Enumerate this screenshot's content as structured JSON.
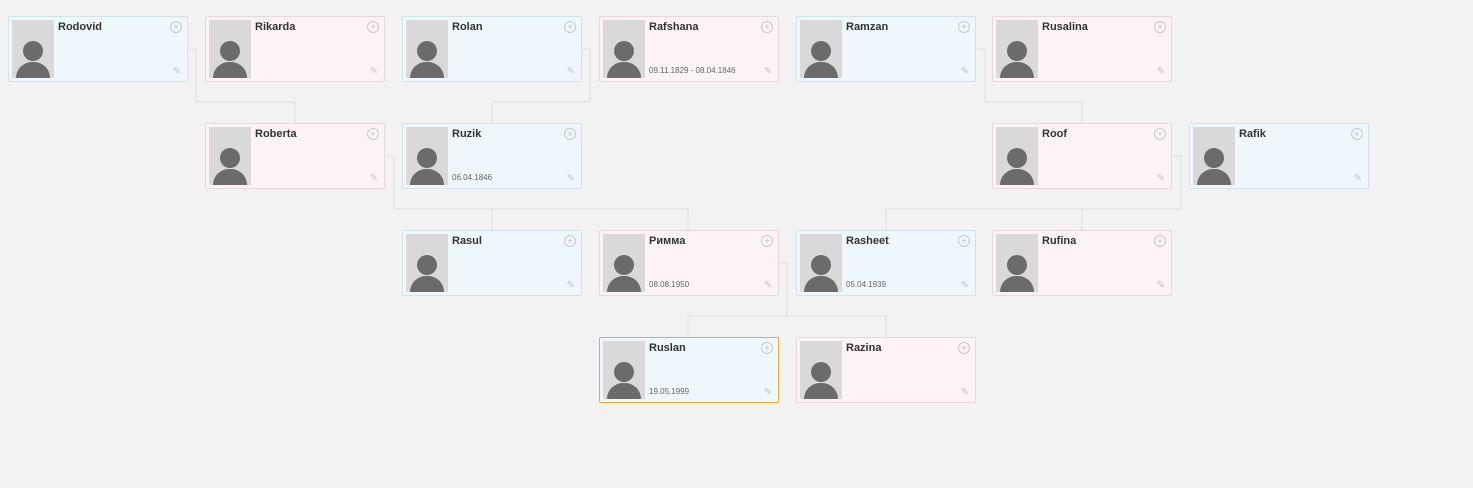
{
  "icons": {
    "add": "plus-circle-icon",
    "edit": "pencil-icon",
    "photo": "person-silhouette-icon"
  },
  "colors": {
    "male_bg": "#eef8fc",
    "female_bg": "#fdf3f6",
    "focus_border": "#f0a830",
    "line": "#dddddd"
  },
  "people": [
    {
      "id": "rodovid",
      "name": "Rodovid",
      "dates": "",
      "gender": "male"
    },
    {
      "id": "rikarda",
      "name": "Rikarda",
      "dates": "",
      "gender": "female"
    },
    {
      "id": "rolan",
      "name": "Rolan",
      "dates": "",
      "gender": "male"
    },
    {
      "id": "rafshana",
      "name": "Rafshana",
      "dates": "09.11.1829 - 08.04.1846",
      "gender": "female"
    },
    {
      "id": "ramzan",
      "name": "Ramzan",
      "dates": "",
      "gender": "male"
    },
    {
      "id": "rusalina",
      "name": "Rusalina",
      "dates": "",
      "gender": "female"
    },
    {
      "id": "roberta",
      "name": "Roberta",
      "dates": "",
      "gender": "female"
    },
    {
      "id": "ruzik",
      "name": "Ruzik",
      "dates": "06.04.1846",
      "gender": "male"
    },
    {
      "id": "roof",
      "name": "Roof",
      "dates": "",
      "gender": "female"
    },
    {
      "id": "rafik",
      "name": "Rafik",
      "dates": "",
      "gender": "male"
    },
    {
      "id": "rasul",
      "name": "Rasul",
      "dates": "",
      "gender": "male"
    },
    {
      "id": "rimma",
      "name": "Римма",
      "dates": "08.08.1950",
      "gender": "female"
    },
    {
      "id": "rasheet",
      "name": "Rasheet",
      "dates": "05.04.1939",
      "gender": "male"
    },
    {
      "id": "rufina",
      "name": "Rufina",
      "dates": "",
      "gender": "female"
    },
    {
      "id": "ruslan",
      "name": "Ruslan",
      "dates": "19.05.1999",
      "gender": "male",
      "focused": true
    },
    {
      "id": "razina",
      "name": "Razina",
      "dates": "",
      "gender": "female"
    }
  ]
}
